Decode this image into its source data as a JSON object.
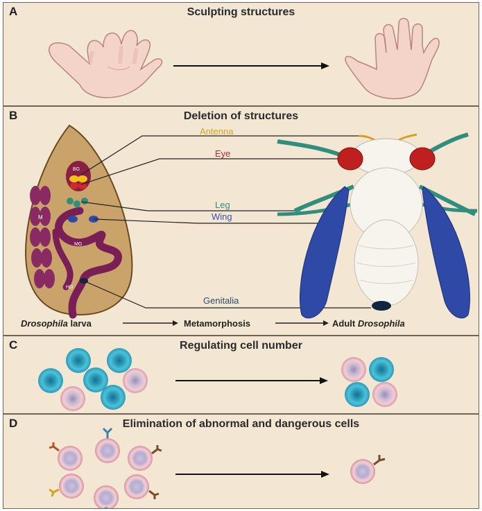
{
  "panels": [
    {
      "letter": "A",
      "title": "Sculpting structures"
    },
    {
      "letter": "B",
      "title": "Deletion of structures"
    },
    {
      "letter": "C",
      "title": "Regulating cell number"
    },
    {
      "letter": "D",
      "title": "Elimination of abnormal and dangerous cells"
    }
  ],
  "panel_b": {
    "labels": {
      "antenna": "Antenna",
      "eye": "Eye",
      "leg": "Leg",
      "wing": "Wing",
      "genitalia": "Genitalia"
    },
    "larva_tags": {
      "brain": "BG",
      "midgut": "MG",
      "malpighian": "M",
      "hindgut": "HG"
    },
    "caption": {
      "species_italic": "Drosophila",
      "larva_word": "larva",
      "middle": "Metamorphosis",
      "adult_word": "Adult",
      "adult_species_italic": "Drosophila"
    },
    "label_colors": {
      "antenna": "#d9a21c",
      "eye": "#c6262e",
      "leg": "#2f8f7c",
      "wing": "#3b4fb1",
      "genitalia": "#2b4b6e"
    }
  },
  "colors": {
    "panel_bg": "#f3e7d4",
    "skin": "#f4d3c8",
    "larva_body": "#c9a36a",
    "gut": "#7a1f55",
    "wing": "#2e4aa6",
    "blue_cell": "#3ab5cf",
    "pink_cell": "#e8b4bf"
  }
}
